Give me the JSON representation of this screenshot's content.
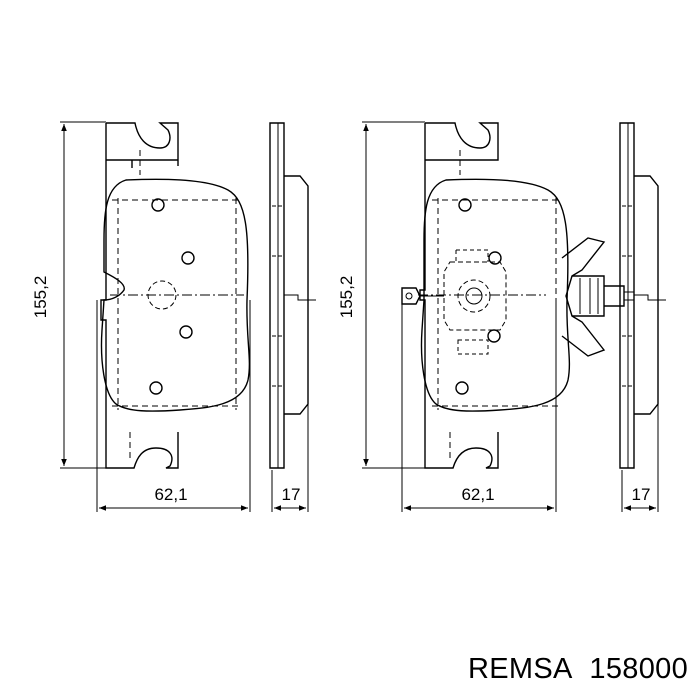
{
  "drawing": {
    "stroke_color": "#000000",
    "background": "#ffffff",
    "pads": [
      {
        "height_label": "155,2",
        "width_label": "62,1",
        "thickness_label": "17",
        "has_wear_clip": false
      },
      {
        "height_label": "155,2",
        "width_label": "62,1",
        "thickness_label": "17",
        "has_wear_clip": true
      }
    ]
  },
  "caption": {
    "brand": "REMSA",
    "part_number": "158000"
  }
}
